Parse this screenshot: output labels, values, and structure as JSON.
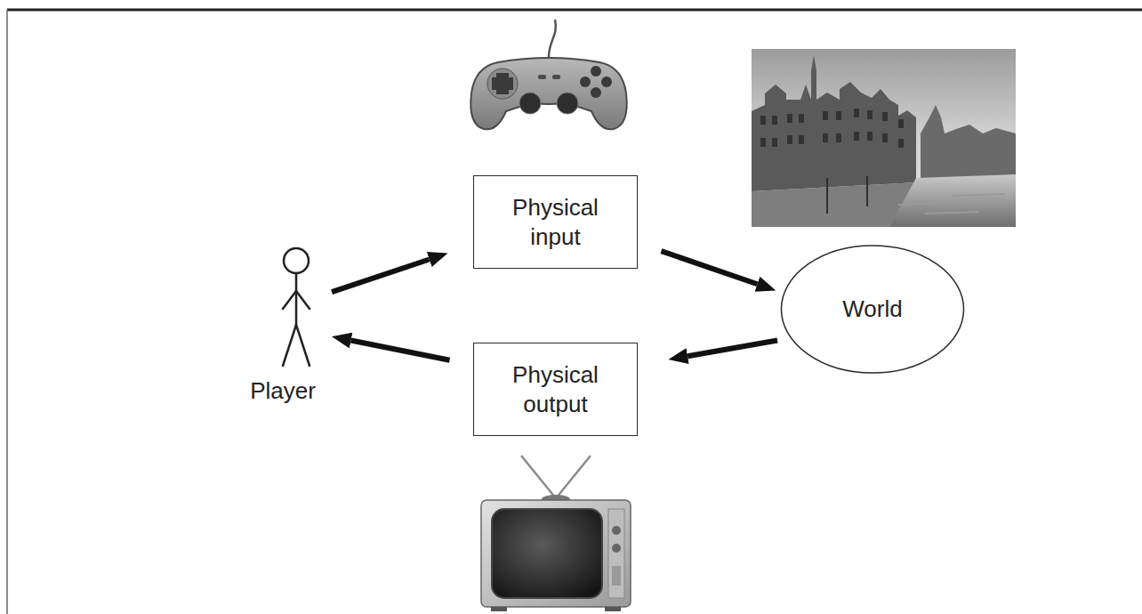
{
  "diagram": {
    "nodes": [
      {
        "text": [
          "Player"
        ]
      },
      {
        "text": [
          "Physical input"
        ]
      },
      {
        "text": [
          "World"
        ]
      },
      {
        "text": [
          "Physical output"
        ]
      }
    ],
    "edges": [
      {
        "from": 0,
        "to": 1,
        "arrow": "to"
      },
      {
        "from": 1,
        "to": 2,
        "arrow": "to"
      },
      {
        "from": 2,
        "to": 3,
        "arrow": "to"
      },
      {
        "from": 3,
        "to": 0,
        "arrow": "to"
      }
    ]
  }
}
